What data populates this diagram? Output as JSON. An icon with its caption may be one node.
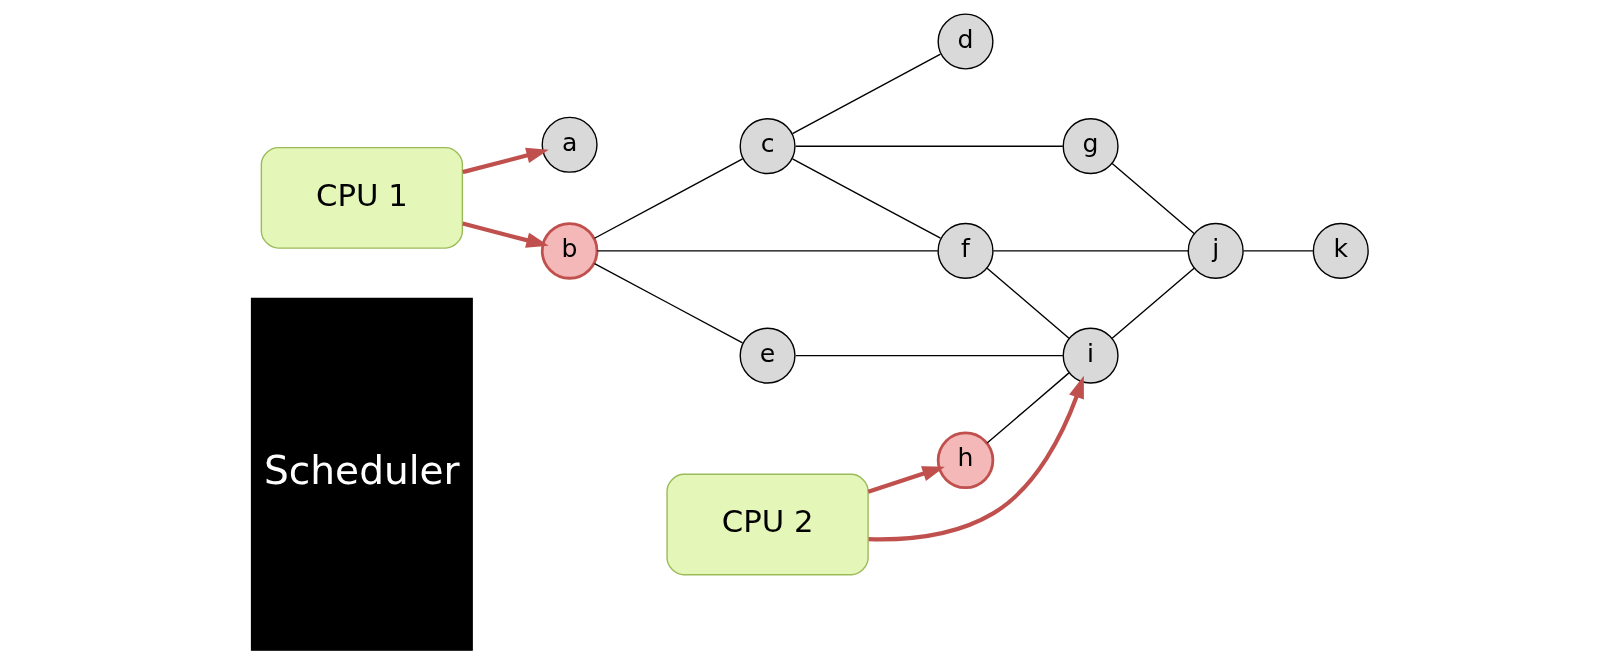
{
  "diagram": {
    "nodes": [
      {
        "text": [
          "Scheduler"
        ]
      },
      {
        "text": [
          "CPU 1"
        ]
      },
      {
        "text": [
          "CPU 2"
        ]
      },
      {
        "text": [
          "a"
        ]
      },
      {
        "text": [
          "b"
        ]
      },
      {
        "text": [
          "c"
        ]
      },
      {
        "text": [
          "d"
        ]
      },
      {
        "text": [
          "e"
        ]
      },
      {
        "text": [
          "f"
        ]
      },
      {
        "text": [
          "g"
        ]
      },
      {
        "text": [
          "h"
        ]
      },
      {
        "text": [
          "i"
        ]
      },
      {
        "text": [
          "j"
        ]
      },
      {
        "text": [
          "k"
        ]
      }
    ],
    "edges": [
      {
        "from": 1,
        "to": 3,
        "arrow": "to",
        "style": "thick",
        "color": "#c0504d"
      },
      {
        "from": 1,
        "to": 4,
        "arrow": "to",
        "style": "thick",
        "color": "#c0504d"
      },
      {
        "from": 2,
        "to": 10,
        "arrow": "to",
        "style": "thick",
        "color": "#c0504d"
      },
      {
        "from": 2,
        "to": 11,
        "arrow": "to",
        "style": "thick",
        "color": "#c0504d"
      },
      {
        "from": 4,
        "to": 5,
        "arrow": "none"
      },
      {
        "from": 5,
        "to": 6,
        "arrow": "none"
      },
      {
        "from": 4,
        "to": 7,
        "arrow": "none"
      },
      {
        "from": 4,
        "to": 8,
        "arrow": "none"
      },
      {
        "from": 5,
        "to": 8,
        "arrow": "none"
      },
      {
        "from": 5,
        "to": 9,
        "arrow": "none"
      },
      {
        "from": 7,
        "to": 11,
        "arrow": "none"
      },
      {
        "from": 8,
        "to": 11,
        "arrow": "none"
      },
      {
        "from": 8,
        "to": 12,
        "arrow": "none"
      },
      {
        "from": 9,
        "to": 12,
        "arrow": "none"
      },
      {
        "from": 10,
        "to": 11,
        "arrow": "none"
      },
      {
        "from": 11,
        "to": 12,
        "arrow": "none"
      },
      {
        "from": 12,
        "to": 13,
        "arrow": "none"
      }
    ]
  }
}
